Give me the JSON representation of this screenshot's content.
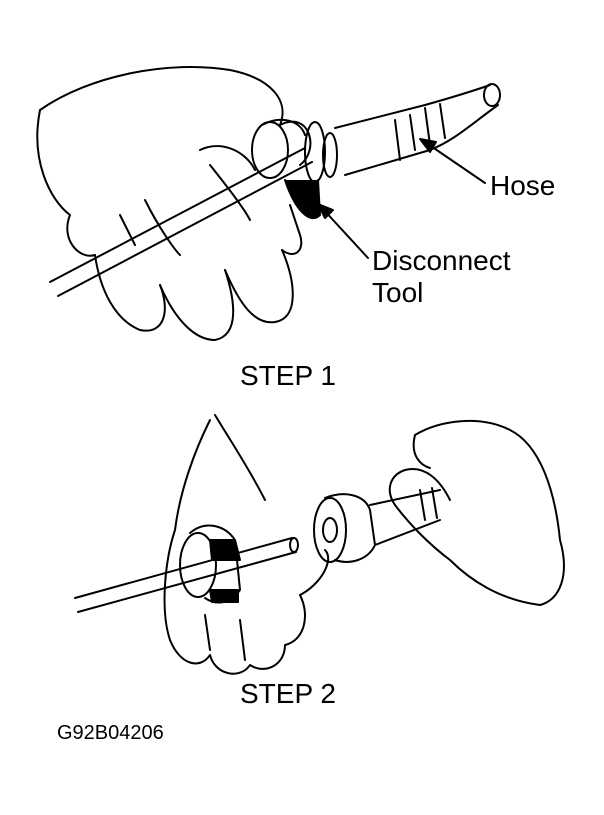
{
  "labels": {
    "hose": "Hose",
    "disconnect_tool_line1": "Disconnect",
    "disconnect_tool_line2": "Tool",
    "step1": "STEP 1",
    "step2": "STEP 2",
    "figure_id": "G92B04206"
  },
  "colors": {
    "ink": "#000000",
    "paper": "#ffffff"
  }
}
